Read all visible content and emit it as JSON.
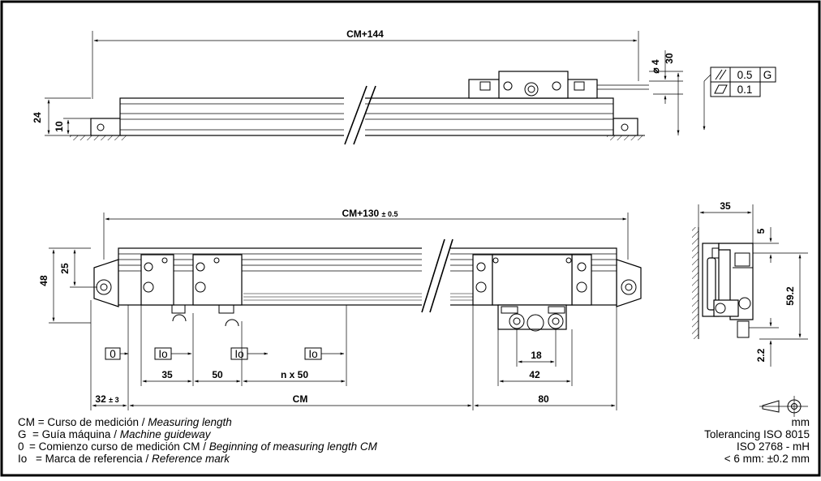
{
  "top_view": {
    "overall_length": "CM+144",
    "height_24": "24",
    "height_10": "10",
    "diameter_4": "⌀ 4",
    "height_30": "30",
    "tolerance_parallel_value": "0.5",
    "tolerance_parallel_datum": "G",
    "tolerance_flatness_value": "0.1"
  },
  "front_view": {
    "overall_length": "CM+130",
    "overall_length_tol": "± 0.5",
    "height_48": "48",
    "height_25": "25",
    "ref_start": "0",
    "ref_marks": [
      "Io",
      "Io",
      "Io"
    ],
    "dim_35": "35",
    "dim_50": "50",
    "dim_nx50": "n x 50",
    "dim_32": "32",
    "dim_32_tol": "± 3",
    "dim_cm": "CM",
    "dim_80": "80",
    "dim_18": "18",
    "dim_42": "42"
  },
  "side_view": {
    "width_35": "35",
    "dim_5": "5",
    "dim_59_2": "59.2",
    "dim_2_2": "2.2"
  },
  "legend": [
    {
      "key": "CM",
      "text": "= Curso de medición / ",
      "italic": "Measuring length"
    },
    {
      "key": "G",
      "text": "= Guía máquina / ",
      "italic": "Machine guideway"
    },
    {
      "key": "0",
      "text": "= Comienzo curso de medición CM / ",
      "italic": "Beginning of measuring length CM"
    },
    {
      "key": "Io",
      "text": "= Marca de referencia / ",
      "italic": "Reference mark"
    }
  ],
  "tolerancing": {
    "unit": "mm",
    "line1": "Tolerancing ISO 8015",
    "line2": "ISO 2768 - mH",
    "line3": "< 6 mm: ±0.2 mm"
  }
}
